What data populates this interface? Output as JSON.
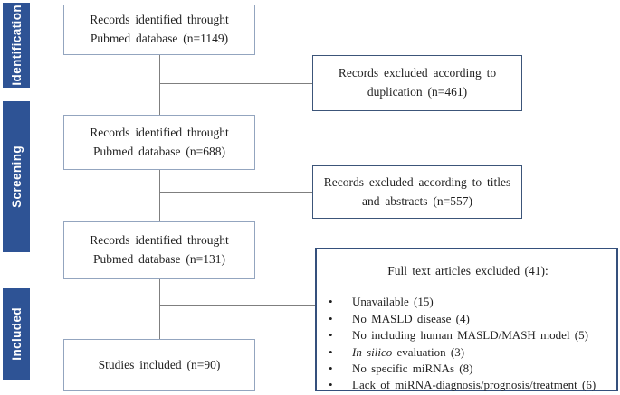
{
  "palette": {
    "stage_bar_blue": "#2e5395",
    "left_box_border": "#93a5bf",
    "right_box_border": "#3c5579",
    "connector_gray": "#7f7f7f",
    "text_color": "#1f1f1f",
    "stage_label_color": "#ffffff",
    "background": "#ffffff"
  },
  "stages": [
    {
      "label": "Identification"
    },
    {
      "label": "Screening"
    },
    {
      "label": "Included"
    }
  ],
  "flow_boxes": [
    {
      "line1": "Records identified throught",
      "line2": "Pubmed database (n=1149)"
    },
    {
      "line1": "Records identified throught",
      "line2": "Pubmed database (n=688)"
    },
    {
      "line1": "Records identified throught",
      "line2": "Pubmed database (n=131)"
    },
    {
      "line1": "Studies included (n=90)"
    }
  ],
  "exclusion_boxes": [
    {
      "line1": "Records excluded according to",
      "line2": "duplication (n=461)"
    },
    {
      "line1": "Records excluded according to titles",
      "line2": "and abstracts (n=557)"
    }
  ],
  "full_text_box": {
    "title": "Full text articles excluded (41):",
    "bullet": "•",
    "items": [
      {
        "text": "Unavailable (15)"
      },
      {
        "text": "No MASLD disease (4)"
      },
      {
        "text": "No including human MASLD/MASH model (5)"
      },
      {
        "italic": "In silico",
        "text": " evaluation (3)"
      },
      {
        "text": "No specific miRNAs (8)"
      },
      {
        "text": "Lack of miRNA-diagnosis/prognosis/treatment (6)"
      }
    ]
  }
}
